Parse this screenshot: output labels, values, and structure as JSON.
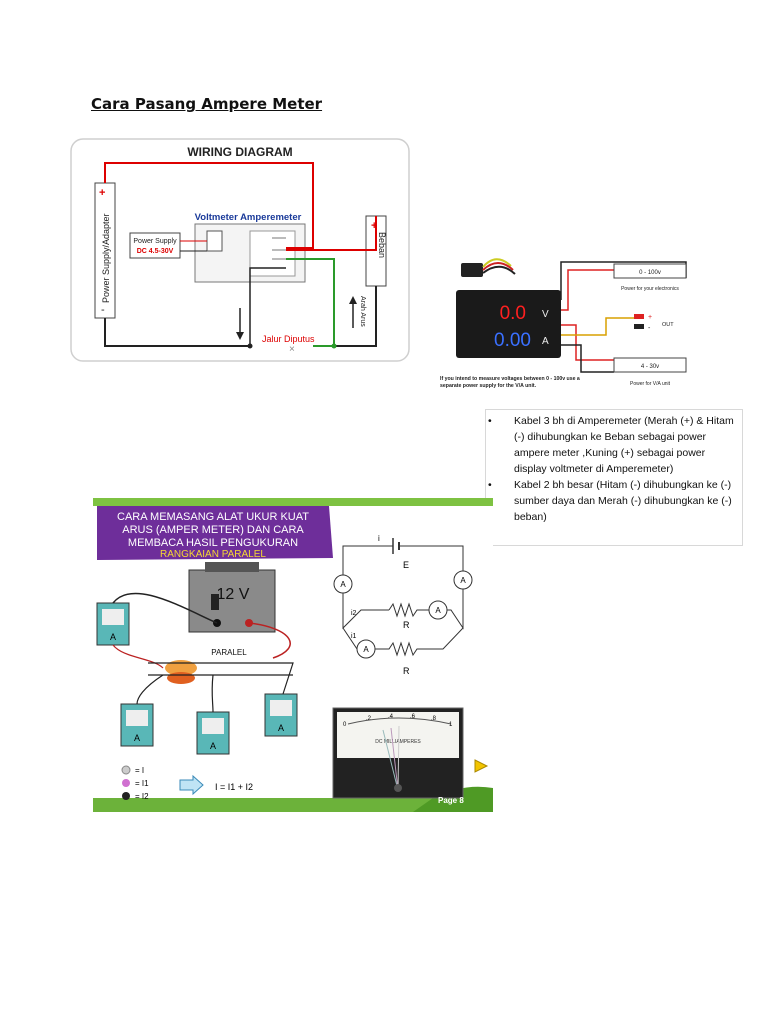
{
  "title": "Cara Pasang Ampere Meter",
  "wiring": {
    "heading": "WIRING DIAGRAM",
    "module_label": "Voltmeter Amperemeter",
    "power_supply_label": "Power Supply",
    "power_supply_range": "DC 4.5-30V",
    "left_side_label": "Power Supply/Adapter",
    "right_side_label": "Beban",
    "cut_label": "Jalur Diputus",
    "arus_label": "Arah Arus",
    "plus": "+",
    "minus": "-"
  },
  "module_photo": {
    "volt_reading": "0.0",
    "amp_reading": "0.00",
    "volt_unit": "V",
    "amp_unit": "A",
    "psu_range_top": "0 - 100v",
    "psu_note_top": "Power for your electronics",
    "out_label": "OUT",
    "psu_range_bottom": "4 - 30v",
    "psu_note_bottom": "Power for V/A unit",
    "caption": "If you intend to measure voltages between 0 - 100v use a separate power supply for the V/A unit."
  },
  "bullets": [
    "Kabel 3 bh di Amperemeter (Merah (+) & Hitam (-) dihubungkan ke Beban sebagai power ampere meter ,Kuning (+) sebagai power display voltmeter di Amperemeter)",
    "Kabel 2 bh besar (Hitam (-) dihubungkan ke (-) sumber daya dan Merah (-) dihubungkan ke (-) beban)"
  ],
  "slide": {
    "banner_line1": "CARA MEMASANG ALAT UKUR KUAT",
    "banner_line2": "ARUS (AMPER METER) DAN CARA",
    "banner_line3": "MEMBACA HASIL PENGUKURAN",
    "subtitle": "RANGKAIAN PARALEL",
    "supply_voltage": "12 V",
    "paralel_label": "PARALEL",
    "meter_symbol": "A",
    "resistor_label": "R",
    "source_label": "E",
    "current_i": "i",
    "current_i1": "i1",
    "current_i2": "i2",
    "legend_i": "= I",
    "legend_i1": "= I1",
    "legend_i2": "= I2",
    "formula": "I = I1 + I2",
    "meter_scale_caption": "DC MILLIAMPERES",
    "scale_ticks": [
      "0",
      ".2",
      ".4",
      ".6",
      ".8",
      "1"
    ],
    "page_label": "Page 8"
  }
}
